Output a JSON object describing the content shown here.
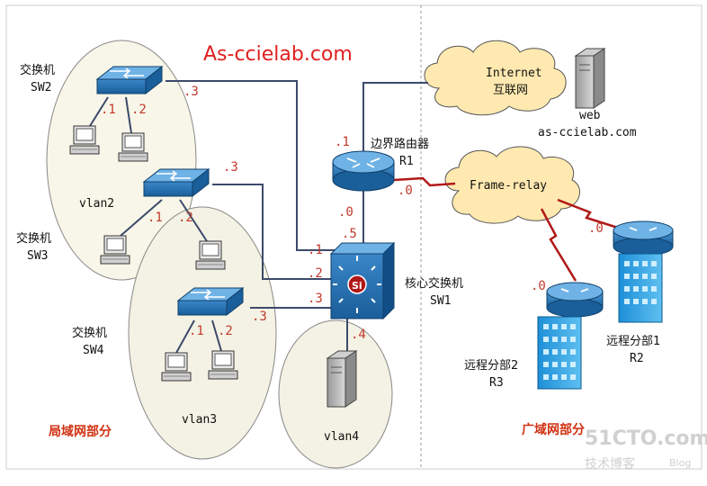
{
  "title": "As-ccielab.com",
  "internet": {
    "line1": "Internet",
    "line2": "互联网"
  },
  "web": {
    "line1": "web",
    "line2": "as-ccielab.com"
  },
  "r1": {
    "line1": "边界路由器",
    "line2": "R1"
  },
  "frame_relay": "Frame-relay",
  "sw1": {
    "line1": "核心交换机",
    "line2": "SW1"
  },
  "sw2": {
    "line1": "交换机",
    "line2": "SW2"
  },
  "sw3": {
    "line1": "交换机",
    "line2": "SW3"
  },
  "sw4": {
    "line1": "交换机",
    "line2": "SW4"
  },
  "r2": {
    "line1": "远程分部1",
    "line2": "R2"
  },
  "r3": {
    "line1": "远程分部2",
    "line2": "R3"
  },
  "vlans": {
    "vlan2": "vlan2",
    "vlan3": "vlan3",
    "vlan4": "vlan4"
  },
  "sections": {
    "lan": "局域网部分",
    "wan": "广域网部分"
  },
  "ips": {
    "sw2_pc1": ".1",
    "sw2_pc2": ".2",
    "sw2_up": ".3",
    "sw3_pc1": ".1",
    "sw3_pc2": ".2",
    "sw3_up": ".3",
    "sw4_pc1": ".1",
    "sw4_pc2": ".2",
    "sw4_up": ".3",
    "r1_inet": ".1",
    "r1_fr": ".0",
    "r1_down": ".0",
    "sw1_up": ".5",
    "sw1_p1": ".1",
    "sw1_p2": ".2",
    "sw1_p3": ".3",
    "sw1_server": ".4",
    "r2": ".0",
    "r3": ".0"
  },
  "watermark": {
    "line1": "51CTO.com",
    "line2": "技术博客",
    "line3": "Blog"
  }
}
